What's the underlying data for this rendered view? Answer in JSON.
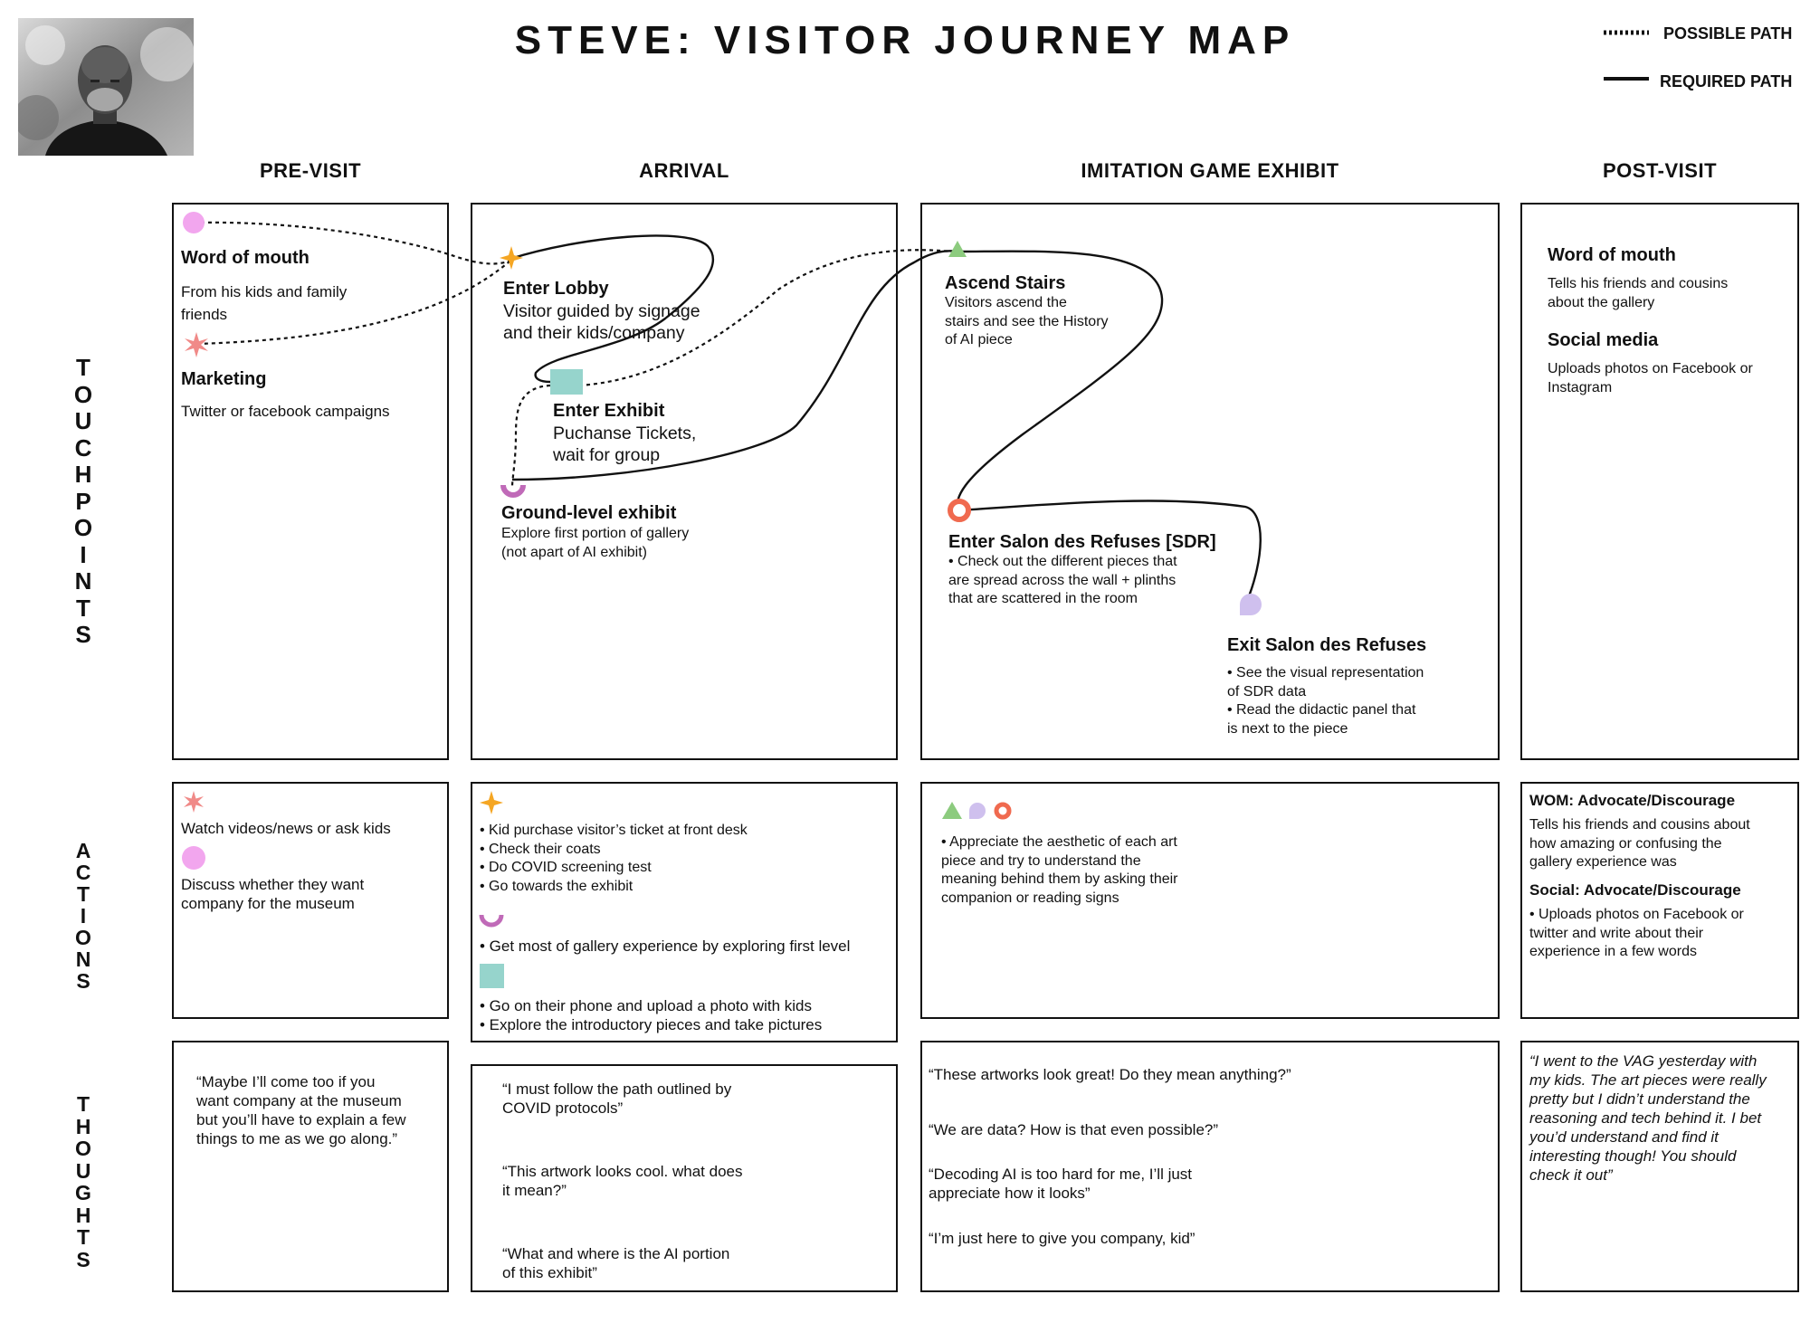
{
  "title": "STEVE: VISITOR JOURNEY MAP",
  "legend": {
    "possible": "POSSIBLE PATH",
    "required": "REQUIRED PATH"
  },
  "columns": {
    "pre": "PRE-VISIT",
    "arrival": "ARRIVAL",
    "imitation": "IMITATION GAME EXHIBIT",
    "post": "POST-VISIT"
  },
  "rows": {
    "touchpoints": [
      "T",
      "O",
      "U",
      "C",
      "H",
      "P",
      "O",
      "I",
      "N",
      "T",
      "S"
    ],
    "actions": [
      "A",
      "C",
      "T",
      "I",
      "O",
      "N",
      "S"
    ],
    "thoughts": [
      "T",
      "H",
      "O",
      "U",
      "G",
      "H",
      "T",
      "S"
    ]
  },
  "colors": {
    "pink": "#f2a6ee",
    "coral_star": "#f08a88",
    "orange_star": "#f5a623",
    "teal": "#96d4cc",
    "magenta": "#c06ab8",
    "green": "#8ccb7e",
    "red_ring": "#f06a4f",
    "lavender": "#cfc0ee"
  },
  "touchpoints": {
    "pre": {
      "wom_title": "Word of mouth",
      "wom_text": [
        "From his kids and family",
        "friends"
      ],
      "mkt_title": "Marketing",
      "mkt_text": "Twitter or facebook campaigns"
    },
    "arrival": {
      "lobby_title": "Enter Lobby",
      "lobby_text": [
        "Visitor guided by signage",
        "and their kids/company"
      ],
      "exhibit_title": "Enter Exhibit",
      "exhibit_text": [
        "Puchanse Tickets,",
        "wait for group"
      ],
      "ground_title": "Ground-level exhibit",
      "ground_text": [
        "Explore first portion of gallery",
        "(not apart of AI exhibit)"
      ]
    },
    "imitation": {
      "stairs_title": "Ascend Stairs",
      "stairs_text": [
        "Visitors ascend the",
        "stairs and see the History",
        "of AI piece"
      ],
      "sdr_title": "Enter Salon des Refuses [SDR]",
      "sdr_text": [
        "• Check out the different pieces that",
        "are spread across the wall + plinths",
        "that are scattered in the room"
      ],
      "exit_title": "Exit Salon des Refuses",
      "exit_text": [
        "• See the visual representation",
        "of SDR data",
        "• Read the didactic panel that",
        "is next to the piece"
      ]
    },
    "post": {
      "wom_title": "Word of mouth",
      "wom_text": [
        "Tells his friends and cousins",
        "about the gallery"
      ],
      "social_title": "Social media",
      "social_text": [
        "Uploads photos on Facebook or",
        "Instagram"
      ]
    }
  },
  "actions": {
    "pre": {
      "a1": "Watch videos/news or ask kids",
      "a2": [
        "Discuss whether they want",
        "company for the museum"
      ]
    },
    "arrival": {
      "group1": [
        "• Kid purchase visitor’s ticket at front desk",
        "• Check their coats",
        "• Do COVID screening test",
        "• Go towards the exhibit"
      ],
      "group2": "• Get most of gallery experience by exploring first level",
      "group3": [
        "• Go on their phone and upload a photo with kids",
        "• Explore the introductory pieces and take pictures"
      ]
    },
    "imitation": {
      "text": [
        "• Appreciate the aesthetic of each art",
        "piece and try to understand the",
        "meaning behind them by asking their",
        "companion or reading signs"
      ]
    },
    "post": {
      "wom_title": "WOM: Advocate/Discourage",
      "wom_text": [
        "Tells his friends and cousins about",
        "how amazing or confusing the",
        "gallery experience was"
      ],
      "social_title": "Social: Advocate/Discourage",
      "social_text": [
        "• Uploads photos on Facebook or",
        "twitter and write about their",
        "experience in a few words"
      ]
    }
  },
  "thoughts": {
    "pre": [
      "“Maybe I’ll come too if you",
      "want company at the museum",
      "but you’ll have to explain a few",
      "things to me as we go along.”"
    ],
    "arrival": {
      "q1": [
        "“I must follow the path outlined by",
        "COVID protocols”"
      ],
      "q2": [
        "“This artwork looks cool. what does",
        "it mean?”"
      ],
      "q3": [
        "“What and where is the AI portion",
        "of this exhibit”"
      ]
    },
    "imitation": {
      "q1": "“These artworks look great! Do they mean anything?”",
      "q2": "“We are data? How is that even possible?”",
      "q3": [
        "“Decoding AI is too hard for me, I’ll just",
        "appreciate how it looks”"
      ],
      "q4": "“I’m just here to give you company, kid”"
    },
    "post": [
      "“I went to the VAG yesterday with",
      "my kids. The art pieces were really",
      "pretty but I didn’t understand the",
      "reasoning and tech behind it. I bet",
      "you’d understand and find it",
      "interesting though! You should",
      "check it out”"
    ]
  }
}
